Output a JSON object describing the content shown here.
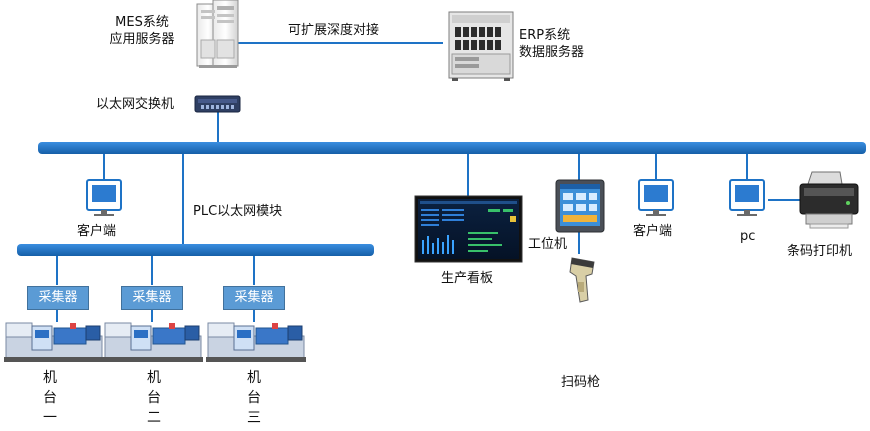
{
  "title": "MES系统网络拓扑图",
  "servers": {
    "mes_label": [
      "MES系统",
      "应用服务器"
    ],
    "erp_label": [
      "ERP系统",
      "数据服务器"
    ],
    "link_label": "可扩展深度对接"
  },
  "switch_label": "以太网交换机",
  "plc_label": "PLC以太网模块",
  "clients": {
    "left_label": "客户端",
    "right_label": "客户端",
    "pc_label": "pc"
  },
  "dashboard_label": "生产看板",
  "workstation_label": "工位机",
  "scanner_label": "扫码枪",
  "printer_label": "条码打印机",
  "collector_label": "采集器",
  "machines": [
    {
      "name": "机台一",
      "chars": [
        "机",
        "台",
        "一"
      ]
    },
    {
      "name": "机台二",
      "chars": [
        "机",
        "台",
        "二"
      ]
    },
    {
      "name": "机台三",
      "chars": [
        "机",
        "台",
        "三"
      ]
    }
  ],
  "colors": {
    "bus": "#1e73c6",
    "collector": "#5b9bd5",
    "line": "#1e73c6"
  }
}
